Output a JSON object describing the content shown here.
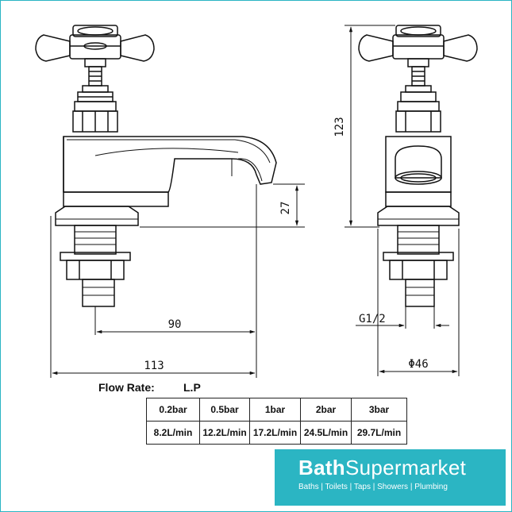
{
  "dimensions": {
    "height_total": "123",
    "spout_height": "27",
    "spout_reach": "90",
    "overall_length": "113",
    "thread": "G1/2",
    "diameter": "Φ46"
  },
  "flow": {
    "label": "Flow Rate:",
    "type": "L.P",
    "headers": [
      "0.2bar",
      "0.5bar",
      "1bar",
      "2bar",
      "3bar"
    ],
    "values": [
      "8.2L/min",
      "12.2L/min",
      "17.2L/min",
      "24.5L/min",
      "29.7L/min"
    ]
  },
  "brand": {
    "name_bold": "Bath",
    "name_rest": "Supermarket",
    "tagline": "Baths | Toilets | Taps | Showers | Plumbing",
    "color": "#2bb5c3"
  }
}
